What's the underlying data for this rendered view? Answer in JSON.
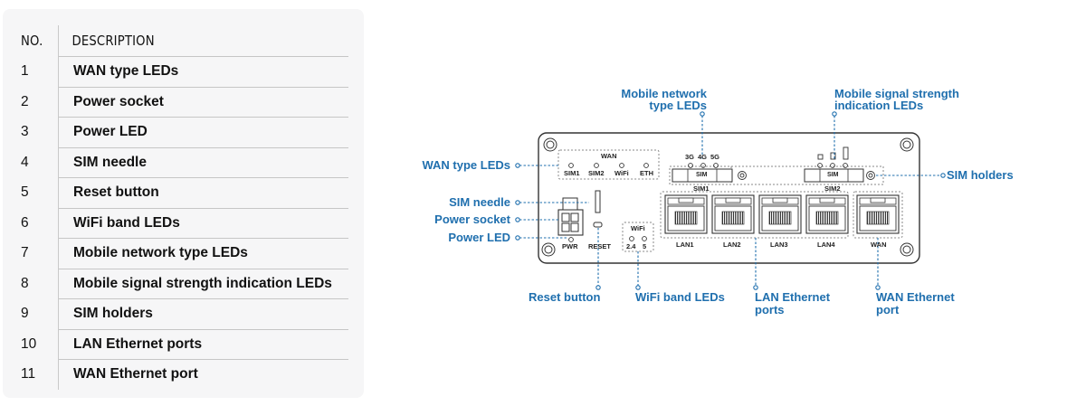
{
  "legend": {
    "headers": {
      "no": "NO.",
      "description": "DESCRIPTION"
    },
    "rows": [
      {
        "no": "1",
        "description": "WAN type LEDs"
      },
      {
        "no": "2",
        "description": "Power socket"
      },
      {
        "no": "3",
        "description": "Power LED"
      },
      {
        "no": "4",
        "description": "SIM needle"
      },
      {
        "no": "5",
        "description": "Reset button"
      },
      {
        "no": "6",
        "description": "WiFi band LEDs"
      },
      {
        "no": "7",
        "description": "Mobile network type LEDs"
      },
      {
        "no": "8",
        "description": "Mobile signal strength indication LEDs"
      },
      {
        "no": "9",
        "description": "SIM holders"
      },
      {
        "no": "10",
        "description": "LAN Ethernet ports"
      },
      {
        "no": "11",
        "description": "WAN Ethernet port"
      }
    ]
  },
  "callouts": {
    "wan_type_leds": "WAN type LEDs",
    "sim_needle": "SIM needle",
    "power_socket": "Power socket",
    "power_led": "Power LED",
    "reset_button": "Reset button",
    "wifi_band_leds": "WiFi band LEDs",
    "lan_ports_line1": "LAN Ethernet",
    "lan_ports_line2": "ports",
    "wan_port_line1": "WAN Ethernet",
    "wan_port_line2": "port",
    "mobile_network_line1": "Mobile network",
    "mobile_network_line2": "type LEDs",
    "signal_strength_line1": "Mobile signal strength",
    "signal_strength_line2": "indication LEDs",
    "sim_holders": "SIM holders"
  },
  "device": {
    "wan_group_label": "WAN",
    "wan_leds": [
      "SIM1",
      "SIM2",
      "WiFi",
      "ETH"
    ],
    "network_types": [
      "3G",
      "4G",
      "5G"
    ],
    "sim_slot_text": "SIM",
    "sim1_label": "SIM1",
    "sim2_label": "SIM2",
    "pwr_label": "PWR",
    "reset_label": "RESET",
    "wifi_label": "WiFi",
    "wifi_bands": [
      "2.4",
      "5"
    ],
    "lan_ports": [
      "LAN1",
      "LAN2",
      "LAN3",
      "LAN4"
    ],
    "wan_port": "WAN"
  },
  "colors": {
    "accent": "#1f6fae",
    "device_stroke": "#333333",
    "panel_bg": "#f6f6f7"
  }
}
